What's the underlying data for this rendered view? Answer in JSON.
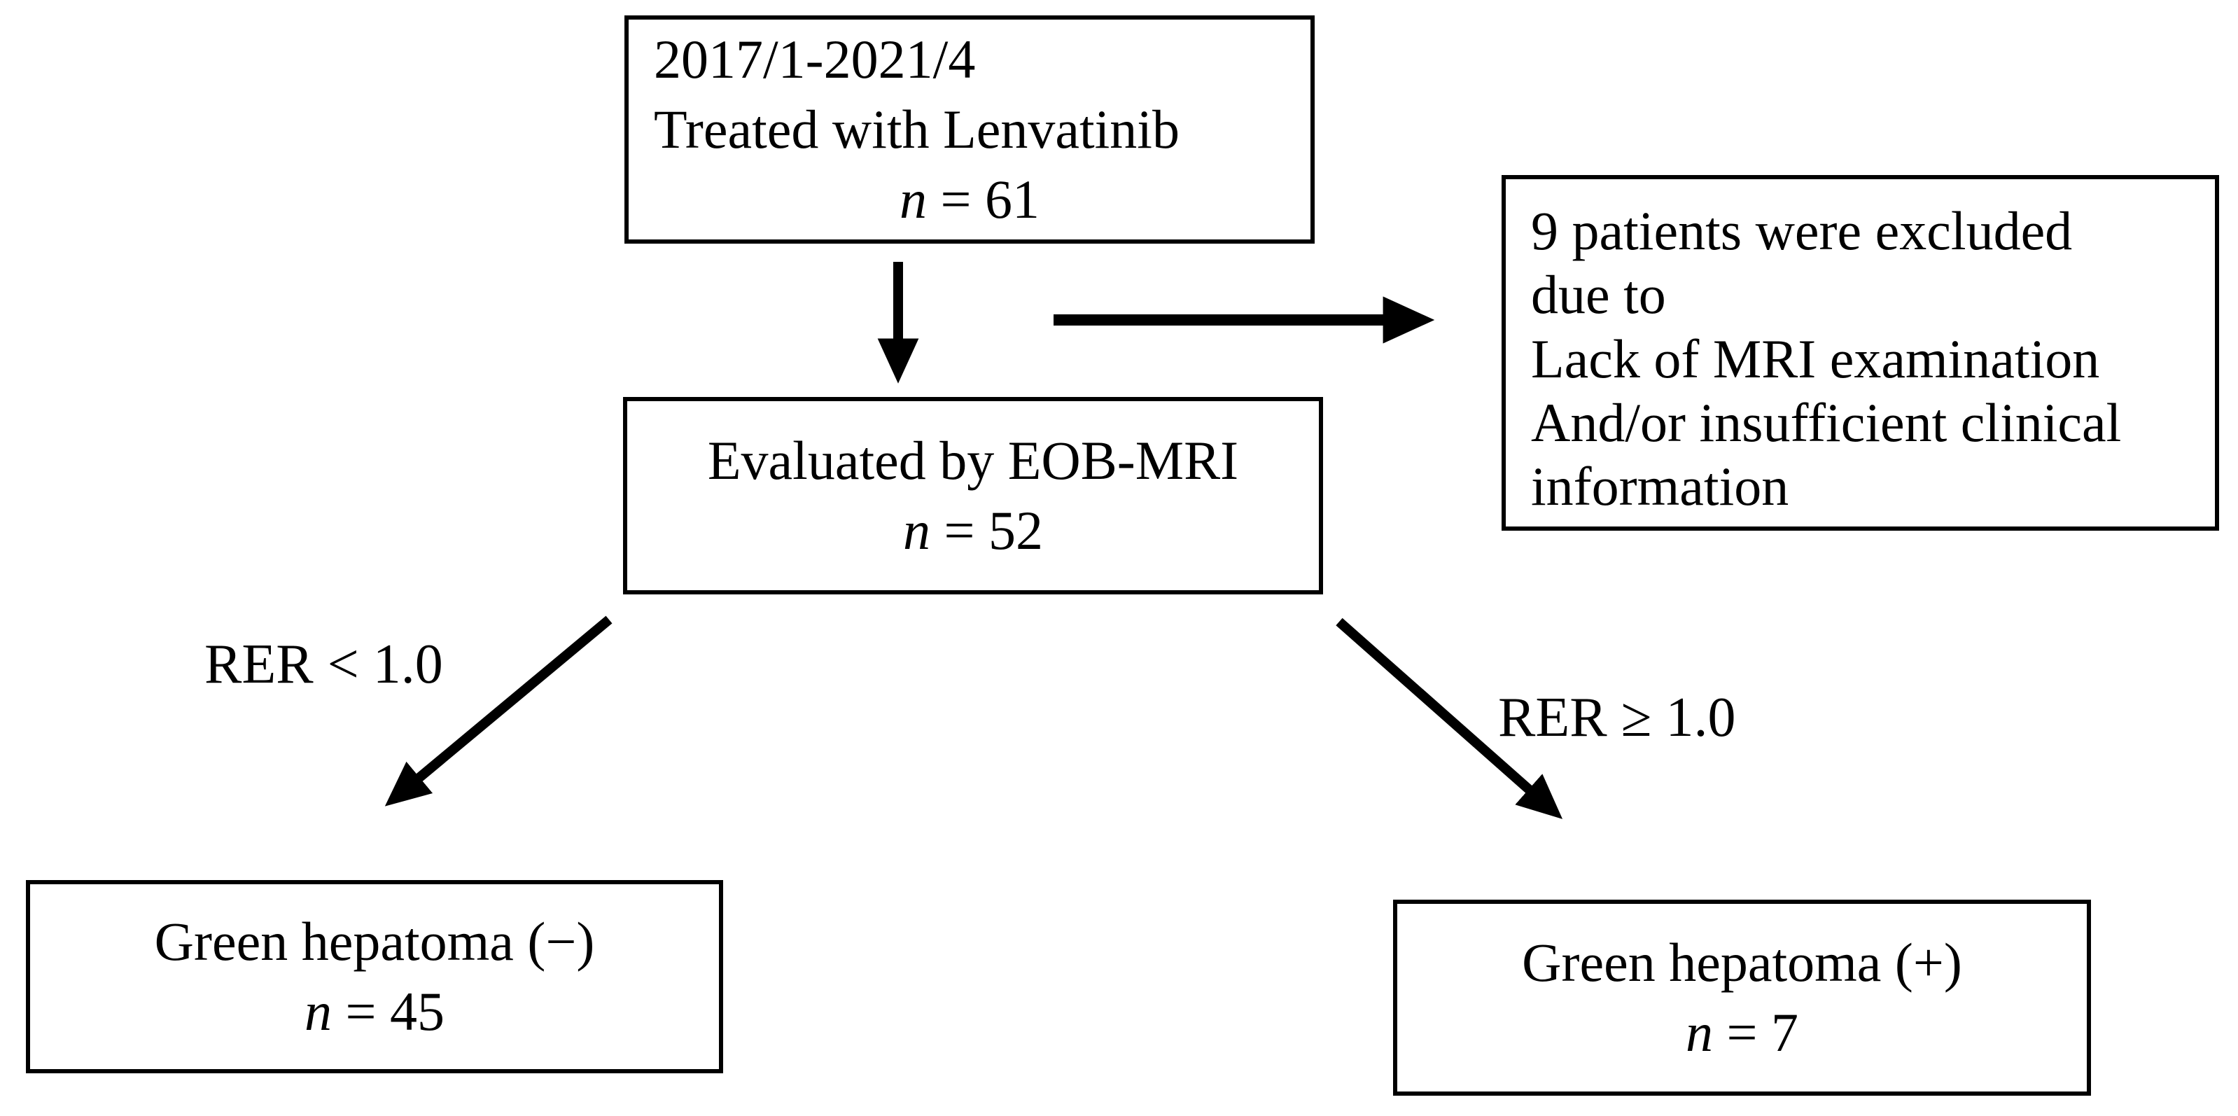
{
  "flowchart": {
    "boxes": {
      "cohort": {
        "lines": [
          "2017/1-2021/4",
          "Treated with Lenvatinib"
        ],
        "n_italic": "n",
        "n_text": " = 61"
      },
      "excluded": {
        "lines": [
          "9 patients were excluded",
          "due to",
          "Lack of MRI examination",
          "And/or insufficient clinical",
          "information"
        ]
      },
      "evaluated": {
        "lines": [
          "Evaluated by EOB-MRI"
        ],
        "n_italic": "n",
        "n_text": " = 52"
      },
      "green_hepatoma_negative": {
        "lines": [
          "Green hepatoma (−)"
        ],
        "n_italic": "n",
        "n_text": " = 45"
      },
      "green_hepatoma_positive": {
        "lines": [
          "Green hepatoma (+)"
        ],
        "n_italic": "n",
        "n_text": " = 7"
      }
    },
    "branch_labels": {
      "left": "RER < 1.0",
      "right": "RER ≥ 1.0"
    },
    "colors": {
      "stroke": "#000000",
      "text": "#000000",
      "background": "#ffffff"
    }
  }
}
